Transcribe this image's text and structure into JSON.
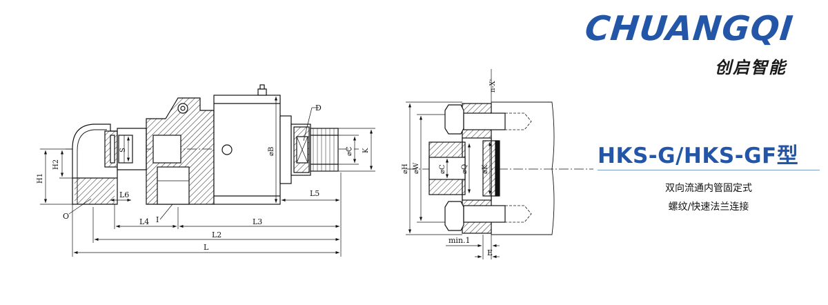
{
  "brand": {
    "logo_text": "CHUANGQI",
    "subtitle": "创启智能",
    "color": "#2456a8"
  },
  "model": {
    "title": "HKS-G/HKS-GF型",
    "desc_line1": "双向流通内管固定式",
    "desc_line2": "螺纹/快速法兰连接"
  },
  "left_view": {
    "labels": {
      "D": "D",
      "H1": "H1",
      "H2": "H2",
      "S": "S",
      "O": "O",
      "L6": "L6",
      "L4": "L4",
      "I": "I",
      "L3": "L3",
      "L2": "L2",
      "L": "L",
      "L5": "L5",
      "phiB": "⌀B",
      "phiC": "⌀C",
      "K": "K"
    }
  },
  "right_view": {
    "labels": {
      "nX": "n-X'",
      "phiH": "⌀H",
      "phiW": "⌀W",
      "phiC": "⌀C",
      "phiQ": "⌀Q",
      "phiK": "⌀K",
      "min1": "min.1",
      "E": "E"
    }
  }
}
